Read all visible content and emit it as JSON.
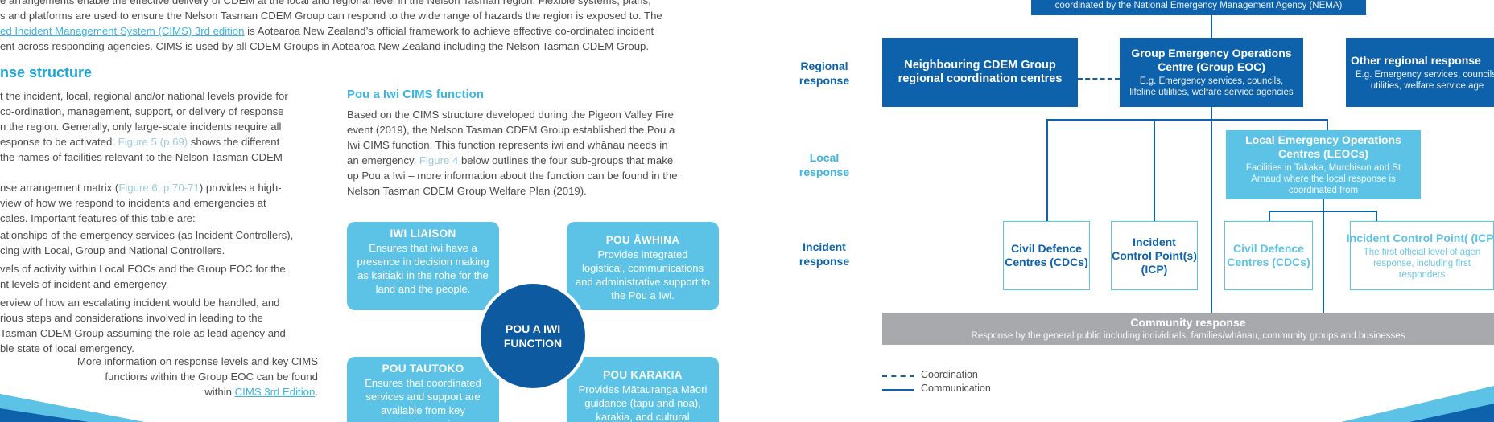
{
  "left_page": {
    "intro_lines": [
      "e arrangements enable the effective delivery of CDEM at the local and regional level in the Nelson Tasman region. Flexible systems, plans,",
      "s and platforms are used to ensure the Nelson Tasman CDEM Group can respond to the wide range of hazards the region is exposed to. The"
    ],
    "intro_line3_link": "ed Incident Management System (CIMS) 3rd edition",
    "intro_line3_rest": " is Aotearoa New Zealand’s official framework to achieve effective co-ordinated incident",
    "intro_line4": "ent across responding agencies. CIMS is used by all CDEM Groups in Aotearoa New Zealand including the Nelson Tasman CDEM Group.",
    "section_heading": "nse structure",
    "col1_para1": [
      "t the incident, local, regional and/or national levels provide for",
      "co-ordination, management, support, or delivery of response",
      "n the region. Generally, only large-scale incidents require all",
      "esponse to be activated. ",
      " shows the different",
      " the names of facilities relevant to the Nelson Tasman CDEM"
    ],
    "figure5_ref": "Figure 5 (p.69)",
    "col1_para2_a": "nse arrangement matrix (",
    "figure6_ref": "Figure 6, p.70-71",
    "col1_para2_b": ") provides a high-",
    "col1_para2_lines": [
      "view of how we respond to incidents and emergencies at",
      "cales. Important features of this table are:"
    ],
    "bullets": [
      [
        "ationships of the emergency services (as Incident Controllers),",
        "cing with Local, Group and National Controllers."
      ],
      [
        "vels of activity within Local EOCs and the Group EOC for the",
        "nt levels of incident and emergency."
      ],
      [
        "erview of how an escalating incident would be handled, and",
        "rious steps and considerations involved in leading to the",
        "Tasman CDEM Group assuming the role as lead agency and",
        "ble state of local emergency."
      ]
    ],
    "more_info": [
      "More information on response levels and key CIMS",
      "functions within the Group EOC can be found",
      "within "
    ],
    "more_info_link": "CIMS 3rd Edition",
    "pou_heading": "Pou a Iwi CIMS function",
    "pou_para": [
      "Based on the CIMS structure developed during the Pigeon Valley Fire",
      "event (2019), the Nelson Tasman CDEM Group established the Pou a",
      "Iwi CIMS function. This function represents iwi and whānau needs in",
      "an emergency. ",
      " below outlines the four sub-groups that make",
      "up Pou a Iwi – more information about the function can be found in the",
      "Nelson Tasman CDEM Group Welfare Plan (2019)."
    ],
    "figure4_ref": "Figure 4",
    "pou_boxes": {
      "iwi_liaison": {
        "title": "IWI LIAISON",
        "text": "Ensures that iwi have a presence in decision making as kaitiaki in the rohe for the land and the people."
      },
      "pou_awhina": {
        "title": "POU ĀWHINA",
        "text": "Provides integrated logistical, communications and administrative support to the Pou a Iwi."
      },
      "pou_tautoko": {
        "title": "POU TAUTOKO",
        "text": "Ensures that coordinated services and support are available from key government agencies, e.g."
      },
      "pou_karakia": {
        "title": "POU KARAKIA",
        "text": "Provides Mātauranga Māori guidance (tapu and noa), karakia, and cultural"
      }
    },
    "pou_center": "POU A IWI FUNCTION"
  },
  "right_page": {
    "top_box": "coordinated by the National Emergency Management Agency (NEMA)",
    "levels": {
      "regional": "Regional response",
      "local": "Local response",
      "incident": "Incident response"
    },
    "neighbouring": {
      "title": "Neighbouring CDEM Group regional coordination centres"
    },
    "group_eoc": {
      "title": "Group Emergency Operations Centre (Group EOC)",
      "text": "E.g. Emergency services, councils, lifeline utilities, welfare service agencies"
    },
    "other_regional": {
      "title": "Other regional response",
      "text": "E.g. Emergency services, councils, utilities, welfare service age"
    },
    "leocs": {
      "title": "Local Emergency Operations Centres (LEOCs)",
      "text": "Facilities in Takaka, Murchison and St Arnaud where the local response is coordinated from"
    },
    "cdc1": {
      "title": "Civil Defence Centres (CDCs)"
    },
    "icp1": {
      "title": "Incident Control Point(s) (ICP)"
    },
    "cdc2": {
      "title": "Civil Defence Centres (CDCs)"
    },
    "icp2": {
      "title": "Incident Control Point( (ICP)",
      "text": "The first official level of agen response, including first responders"
    },
    "community": {
      "title": "Community response",
      "text": "Response by the general public including individuals, families/whānau, community groups and businesses"
    },
    "legend": {
      "coordination": "Coordination",
      "communication": "Communication"
    }
  },
  "colors": {
    "dark_blue": "#0d62ab",
    "light_blue": "#5cc3e6",
    "navy": "#0d5aa0",
    "grey": "#a7a9ac",
    "accent": "#1fa4d8"
  }
}
